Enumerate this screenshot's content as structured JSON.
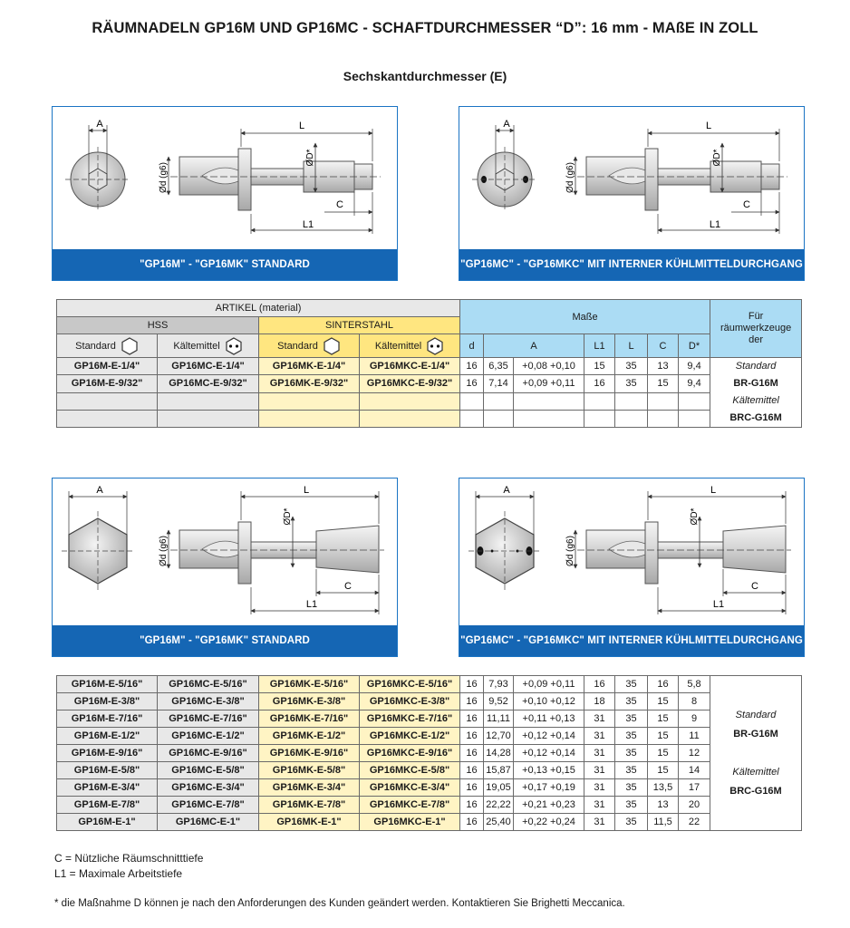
{
  "title": "RÄUMNADELN GP16M UND GP16MC - SCHAFTDURCHMESSER “D”: 16 mm - MAßE IN ZOLL",
  "subtitle": "Sechskantdurchmesser (E)",
  "diagram_labels": {
    "A": "A",
    "L": "L",
    "L1": "L1",
    "C": "C",
    "D_star": "ØD*",
    "d_g6": "Ød (g6)"
  },
  "panels": [
    {
      "caption": "\"GP16M\" - \"GP16MK\" STANDARD"
    },
    {
      "caption": "\"GP16MC\" - \"GP16MKC\" MIT INTERNER KÜHLMITTELDURCHGANG"
    },
    {
      "caption": "\"GP16M\" - \"GP16MK\" STANDARD"
    },
    {
      "caption": "\"GP16MC\" - \"GP16MKC\" MIT INTERNER KÜHLMITTELDURCHGANG"
    }
  ],
  "table_header": {
    "artikel": "ARTIKEL (material)",
    "hss": "HSS",
    "sinterstahl": "SINTERSTAHL",
    "standard": "Standard",
    "kaeltemittel": "Kältemittel",
    "masse": "Maße",
    "fuer": "Für räumwerkzeuge der",
    "cols": [
      "d",
      "A",
      "L1",
      "L",
      "C",
      "D*"
    ]
  },
  "table1": {
    "rows": [
      [
        "GP16M-E-1/4\"",
        "GP16MC-E-1/4\"",
        "GP16MK-E-1/4\"",
        "GP16MKC-E-1/4\"",
        "16",
        "6,35",
        "+0,08 +0,10",
        "15",
        "35",
        "13",
        "9,4"
      ],
      [
        "GP16M-E-9/32\"",
        "GP16MC-E-9/32\"",
        "GP16MK-E-9/32\"",
        "GP16MKC-E-9/32\"",
        "16",
        "7,14",
        "+0,09 +0,11",
        "16",
        "35",
        "15",
        "9,4"
      ]
    ],
    "side": [
      "Standard",
      "BR-G16M",
      "Kältemittel",
      "BRC-G16M"
    ]
  },
  "table2": {
    "rows": [
      [
        "GP16M-E-5/16\"",
        "GP16MC-E-5/16\"",
        "GP16MK-E-5/16\"",
        "GP16MKC-E-5/16\"",
        "16",
        "7,93",
        "+0,09 +0,11",
        "16",
        "35",
        "16",
        "5,8"
      ],
      [
        "GP16M-E-3/8\"",
        "GP16MC-E-3/8\"",
        "GP16MK-E-3/8\"",
        "GP16MKC-E-3/8\"",
        "16",
        "9,52",
        "+0,10 +0,12",
        "18",
        "35",
        "15",
        "8"
      ],
      [
        "GP16M-E-7/16\"",
        "GP16MC-E-7/16\"",
        "GP16MK-E-7/16\"",
        "GP16MKC-E-7/16\"",
        "16",
        "11,11",
        "+0,11 +0,13",
        "31",
        "35",
        "15",
        "9"
      ],
      [
        "GP16M-E-1/2\"",
        "GP16MC-E-1/2\"",
        "GP16MK-E-1/2\"",
        "GP16MKC-E-1/2\"",
        "16",
        "12,70",
        "+0,12 +0,14",
        "31",
        "35",
        "15",
        "11"
      ],
      [
        "GP16M-E-9/16\"",
        "GP16MC-E-9/16\"",
        "GP16MK-E-9/16\"",
        "GP16MKC-E-9/16\"",
        "16",
        "14,28",
        "+0,12 +0,14",
        "31",
        "35",
        "15",
        "12"
      ],
      [
        "GP16M-E-5/8\"",
        "GP16MC-E-5/8\"",
        "GP16MK-E-5/8\"",
        "GP16MKC-E-5/8\"",
        "16",
        "15,87",
        "+0,13 +0,15",
        "31",
        "35",
        "15",
        "14"
      ],
      [
        "GP16M-E-3/4\"",
        "GP16MC-E-3/4\"",
        "GP16MK-E-3/4\"",
        "GP16MKC-E-3/4\"",
        "16",
        "19,05",
        "+0,17 +0,19",
        "31",
        "35",
        "13,5",
        "17"
      ],
      [
        "GP16M-E-7/8\"",
        "GP16MC-E-7/8\"",
        "GP16MK-E-7/8\"",
        "GP16MKC-E-7/8\"",
        "16",
        "22,22",
        "+0,21 +0,23",
        "31",
        "35",
        "13",
        "20"
      ],
      [
        "GP16M-E-1\"",
        "GP16MC-E-1\"",
        "GP16MK-E-1\"",
        "GP16MKC-E-1\"",
        "16",
        "25,40",
        "+0,22 +0,24",
        "31",
        "35",
        "11,5",
        "22"
      ]
    ],
    "side": [
      "Standard",
      "BR-G16M",
      "Kältemittel",
      "BRC-G16M"
    ]
  },
  "notes": [
    "C = Nützliche Räumschnitttiefe",
    "L1 = Maximale Arbeitstiefe"
  ],
  "footnote": "* die Maßnahme D können je nach den Anforderungen des Kunden geändert werden. Kontaktieren Sie Brighetti Meccanica.",
  "colors": {
    "caption_blue": "#1566b4",
    "header_blue": "#abdcf4",
    "hss_grey": "#c8c8c8",
    "sinter_yellow": "#ffe680"
  }
}
